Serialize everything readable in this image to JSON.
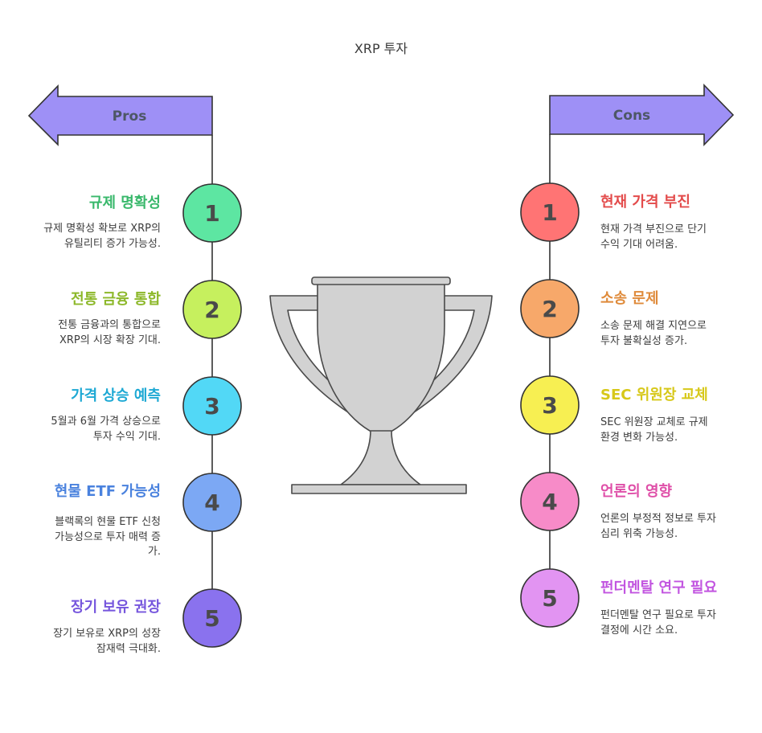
{
  "title": "XRP 투자",
  "trophy_color": "#d2d2d2",
  "pros": {
    "label": "Pros",
    "arrow_color": "#9e90f6",
    "items": [
      {
        "number": "1",
        "heading": "규제 명확성",
        "lines": [
          "규제 명확성 확보로 XRP의",
          "유틸리티 증가 가능성."
        ],
        "color": "#39b86b",
        "fill": "#5de6a2"
      },
      {
        "number": "2",
        "heading": "전통 금융 통합",
        "lines": [
          "전통 금융과의 통합으로",
          "XRP의 시장 확장 기대."
        ],
        "color": "#8db82a",
        "fill": "#c6f05e"
      },
      {
        "number": "3",
        "heading": "가격 상승 예측",
        "lines": [
          "5월과 6월 가격 상승으로",
          "투자 수익 기대."
        ],
        "color": "#1ea9d4",
        "fill": "#52d8f6"
      },
      {
        "number": "4",
        "heading": "현물 ETF 가능성",
        "lines": [
          "블랙록의 현물 ETF 신청",
          "가능성으로 투자 매력 증",
          "가."
        ],
        "color": "#4a82de",
        "fill": "#7ca8f4"
      },
      {
        "number": "5",
        "heading": "장기 보유 권장",
        "lines": [
          "장기 보유로 XRP의 성장",
          "잠재력 극대화."
        ],
        "color": "#7656dd",
        "fill": "#8a72ee"
      }
    ]
  },
  "cons": {
    "label": "Cons",
    "arrow_color": "#9e90f6",
    "items": [
      {
        "number": "1",
        "heading": "현재 가격 부진",
        "lines": [
          "현재 가격 부진으로 단기",
          "수익 기대 어려움."
        ],
        "color": "#e34b4b",
        "fill": "#ff7474"
      },
      {
        "number": "2",
        "heading": "소송 문제",
        "lines": [
          "소송 문제 해결 지연으로",
          "투자 불확실성 증가."
        ],
        "color": "#df8a3a",
        "fill": "#f7a86a"
      },
      {
        "number": "3",
        "heading": "SEC 위원장 교체",
        "lines": [
          "SEC 위원장 교체로 규제",
          "환경 변화 가능성."
        ],
        "color": "#d7c81a",
        "fill": "#f7ef52"
      },
      {
        "number": "4",
        "heading": "언론의 영향",
        "lines": [
          "언론의 부정적 정보로 투자",
          "심리 위축 가능성."
        ],
        "color": "#df4fa8",
        "fill": "#f78bc8"
      },
      {
        "number": "5",
        "heading": "펀더멘탈 연구 필요",
        "lines": [
          "펀더멘탈 연구 필요로 투자",
          "결정에 시간 소요."
        ],
        "color": "#c255e0",
        "fill": "#e294f2"
      }
    ]
  }
}
